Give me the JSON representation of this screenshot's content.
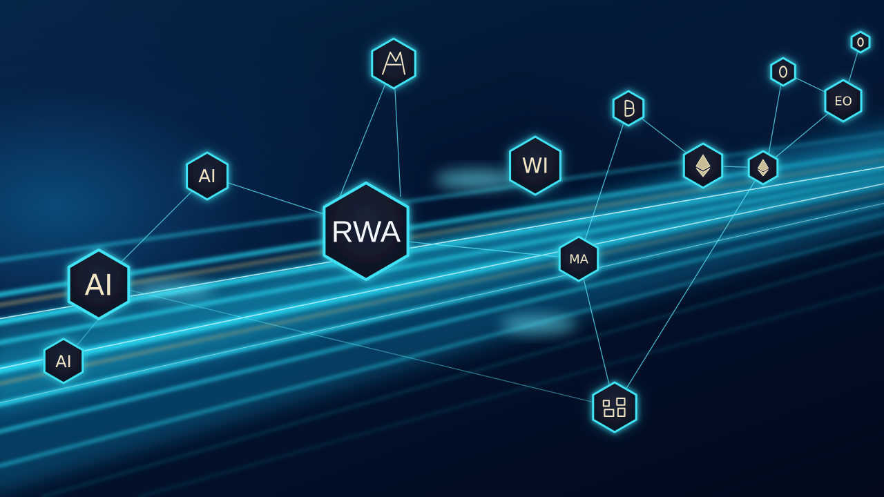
{
  "nodes": [
    {
      "id": "rwa",
      "label": "RWA",
      "icon": "hexagon-badge"
    },
    {
      "id": "ai-large",
      "label": "AI",
      "icon": "hexagon-badge"
    },
    {
      "id": "ai-mid",
      "label": "AI",
      "icon": "hexagon-badge"
    },
    {
      "id": "ai-small",
      "label": "AI",
      "icon": "hexagon-badge"
    },
    {
      "id": "wi",
      "label": "WI",
      "icon": "hexagon-badge"
    },
    {
      "id": "ma",
      "label": "MA",
      "icon": "hexagon-badge"
    },
    {
      "id": "eo",
      "label": "EO",
      "icon": "hexagon-badge"
    },
    {
      "id": "top-glyph",
      "label": "",
      "icon": "abstract-glyph-icon"
    },
    {
      "id": "b-glyph",
      "label": "",
      "icon": "b-glyph-icon"
    },
    {
      "id": "eth-large",
      "label": "",
      "icon": "ethereum-icon"
    },
    {
      "id": "eth-small",
      "label": "",
      "icon": "ethereum-icon"
    },
    {
      "id": "coin-glyph",
      "label": "",
      "icon": "coin-glyph-icon"
    },
    {
      "id": "corner-glyph",
      "label": "",
      "icon": "coin-glyph-icon"
    },
    {
      "id": "pattern-glyph",
      "label": "",
      "icon": "pattern-glyph-icon"
    }
  ],
  "colors": {
    "background": "#020a1c",
    "streak_cyan": "#28d8f0",
    "streak_gold": "#c8b070",
    "node_fill": "#141a2a",
    "node_border": "#3fe3f5",
    "label": "#f3e6c4"
  }
}
